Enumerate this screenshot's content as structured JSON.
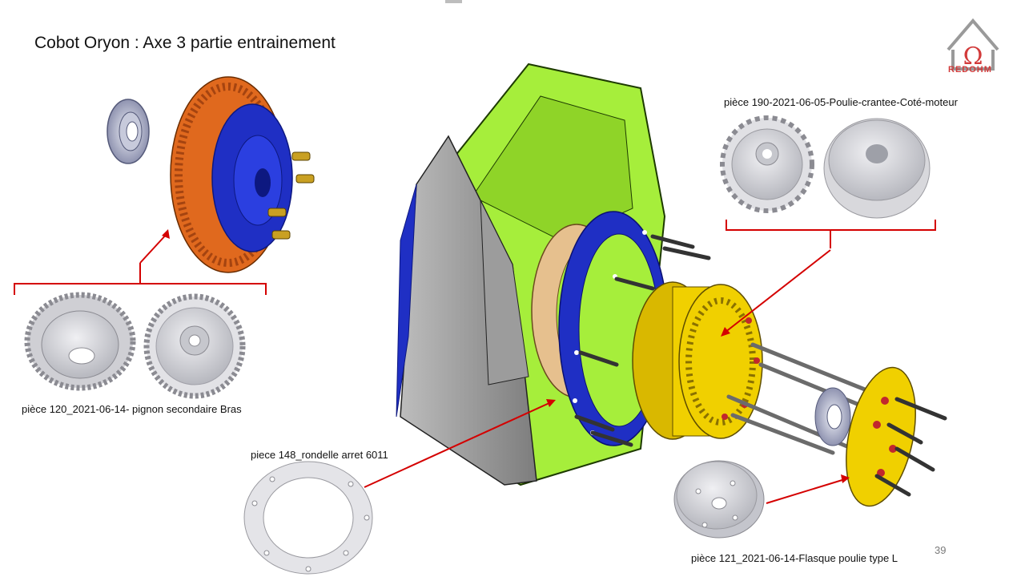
{
  "slide": {
    "title": "Cobot Oryon : Axe 3 partie entrainement",
    "page_number": "39"
  },
  "logo": {
    "text": "REDOHM",
    "color": "#d23b3b"
  },
  "captions": {
    "pignon": "pièce 120_2021-06-14- pignon secondaire Bras",
    "rondelle": "piece 148_rondelle arret 6011",
    "poulie": "pièce 190-2021-06-05-Poulie-crantee-Coté-moteur",
    "flasque": "pièce 121_2021-06-14-Flasque poulie type L"
  },
  "colors": {
    "annotation_red": "#d40000",
    "housing_green": "#a6ee3b",
    "housing_grey": "#9c9c9c",
    "ring_blue": "#1f2fc4",
    "pulley_yellow": "#f0d000",
    "gear_orange": "#e0691e",
    "bearing_tan": "#e6c08e",
    "part_grey": "#d4d4d8"
  }
}
